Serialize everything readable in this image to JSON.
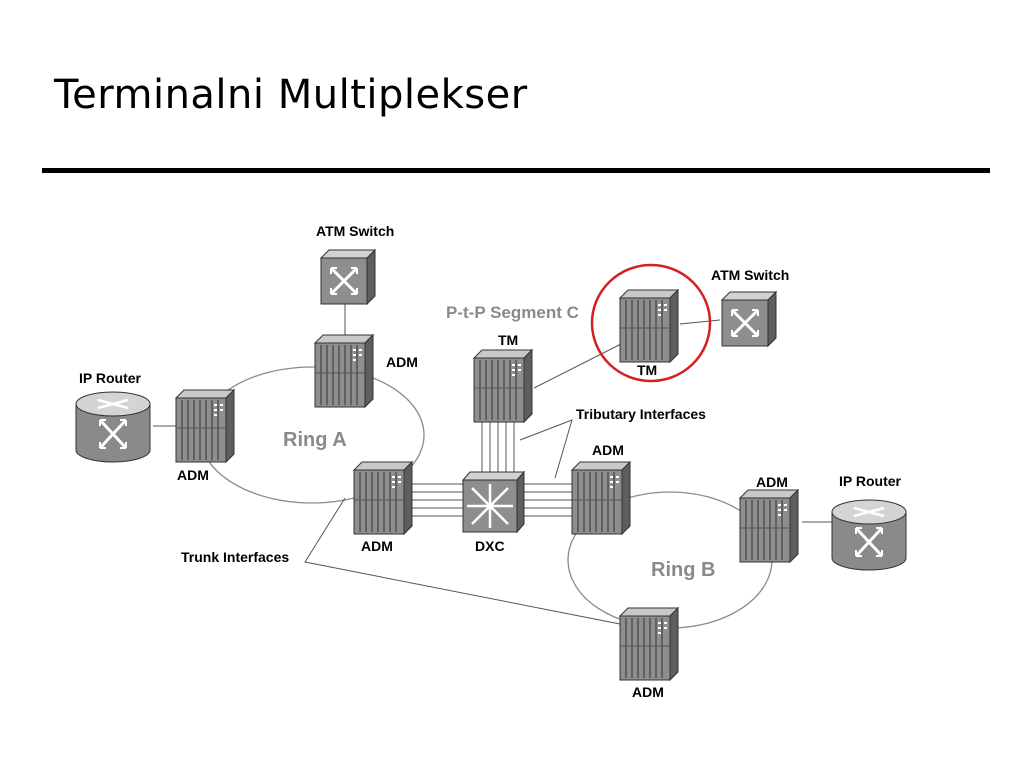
{
  "slide": {
    "title": "Terminalni Multiplekser"
  },
  "diagram": {
    "labels": {
      "atm_switch_top": "ATM Switch",
      "atm_switch_right": "ATM Switch",
      "ip_router_left": "IP Router",
      "ip_router_right": "IP Router",
      "adm_top": "ADM",
      "adm_left": "ADM",
      "adm_center": "ADM",
      "adm_right_ring": "ADM",
      "adm_ring_b_right": "ADM",
      "adm_bottom": "ADM",
      "tm_left": "TM",
      "tm_right": "TM",
      "dxc": "DXC",
      "ring_a": "Ring A",
      "ring_b": "Ring B",
      "segment": "P-t-P Segment C",
      "tributary": "Tributary Interfaces",
      "trunk": "Trunk Interfaces"
    },
    "colors": {
      "highlight_circle": "#d42020",
      "ring_line": "#8a8a8a",
      "label_grey": "#8a8a8a",
      "equipment": "#7f7f7f"
    }
  }
}
